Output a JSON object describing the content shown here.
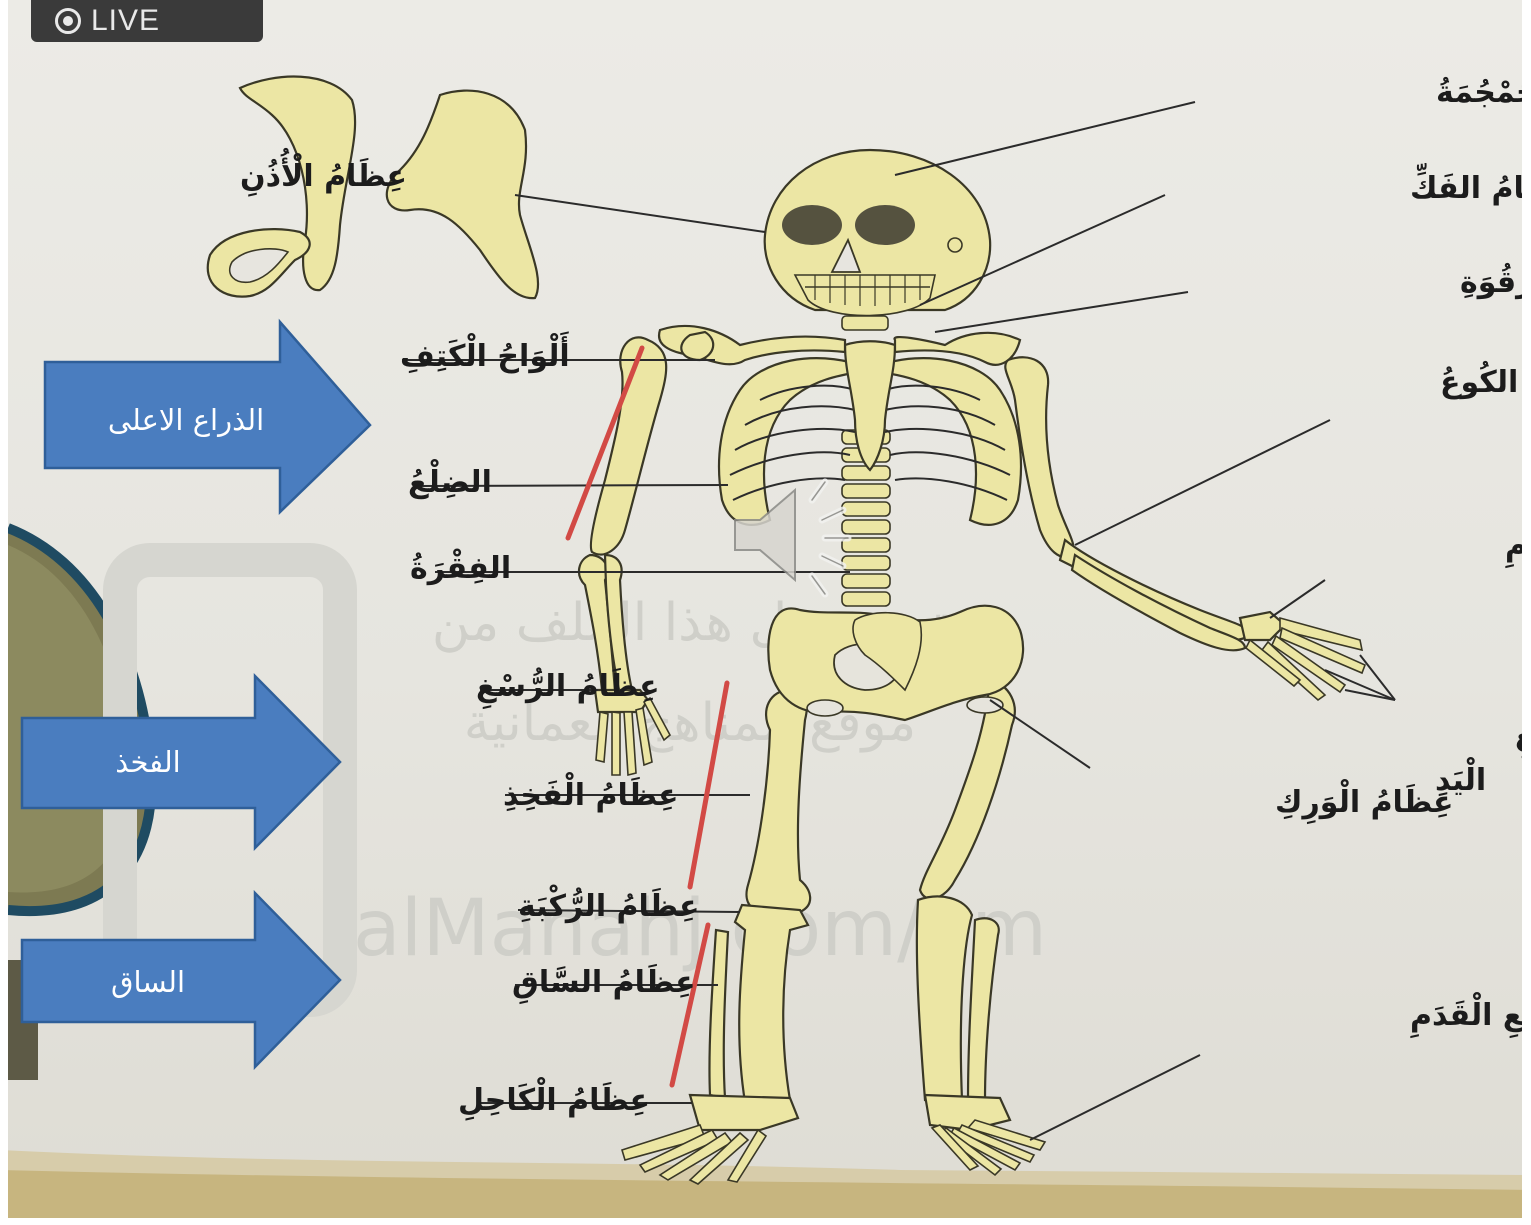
{
  "live_badge": {
    "label": "LIVE",
    "icon": "live-icon"
  },
  "labels": {
    "skull": "الجُمْجُمَةُ",
    "jaw": "عِظَامُ الفَكِّ",
    "collarbone": "عِظَامُ التَّرْقُوَةِ",
    "shoulder_blades": "أَلْوَاحُ الْكَتِفِ",
    "elbow": "الكُوعُ",
    "rib": "الضِلْعُ",
    "thumb": "عِظَامُ الْإِبْهَامِ",
    "vertebra": "الفِقْرَةُ",
    "wrist": "عِظَامُ الرُّسْغِ",
    "finger_line1": "عِظَامُ أَصَابِعِ",
    "finger_line2": "الْيَدِ",
    "thigh": "عِظَامُ الْفَخِذِ",
    "hip": "عِظَامُ الْوَرِكِ",
    "knee": "عِظَامُ الرُّكْبَةِ",
    "shin": "عِظَامُ السَّاقِ",
    "toes": "عِظَامُ أَصَابِعِ الْقَدَمِ",
    "ankle": "عِظَامُ الْكَاحِلِ",
    "ear": "عِظَامُ الْأُذُنِ"
  },
  "arrows": {
    "upper_arm": "الذراع الاعلى",
    "thigh": "الفخذ",
    "leg": "الساق"
  },
  "watermark": {
    "line1": "تم تحميل هذا الملف من",
    "line2": "موقع المناهج العمانية",
    "line3": "alManahj.com/om"
  },
  "colors": {
    "arrow_fill": "#4a7dbf",
    "arrow_border": "#2f5f99",
    "bone_fill": "#ece6a4",
    "highlight_line": "#d24a45"
  },
  "speaker_icon": "speaker-icon"
}
